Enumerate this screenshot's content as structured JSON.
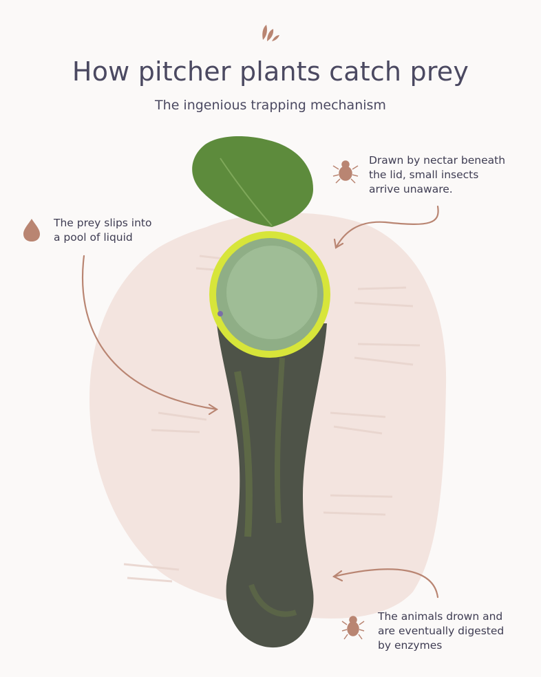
{
  "header": {
    "title": "How pitcher plants catch prey",
    "subtitle": "The ingenious trapping mechanism"
  },
  "notes": {
    "lure": {
      "lines": [
        "Drawn by nectar beneath",
        "the lid, small insects",
        "arrive unaware."
      ],
      "icon": "beetle-icon"
    },
    "slip": {
      "lines": [
        "The prey slips into",
        "a pool of liquid"
      ],
      "icon": "droplet-icon"
    },
    "digest": {
      "lines": [
        "The animals drown and",
        "are eventually digested",
        "by enzymes"
      ],
      "icon": "bug-icon"
    }
  },
  "colors": {
    "accent": "#b98572",
    "blob": "#f3e4df",
    "text": "#4b4961"
  }
}
